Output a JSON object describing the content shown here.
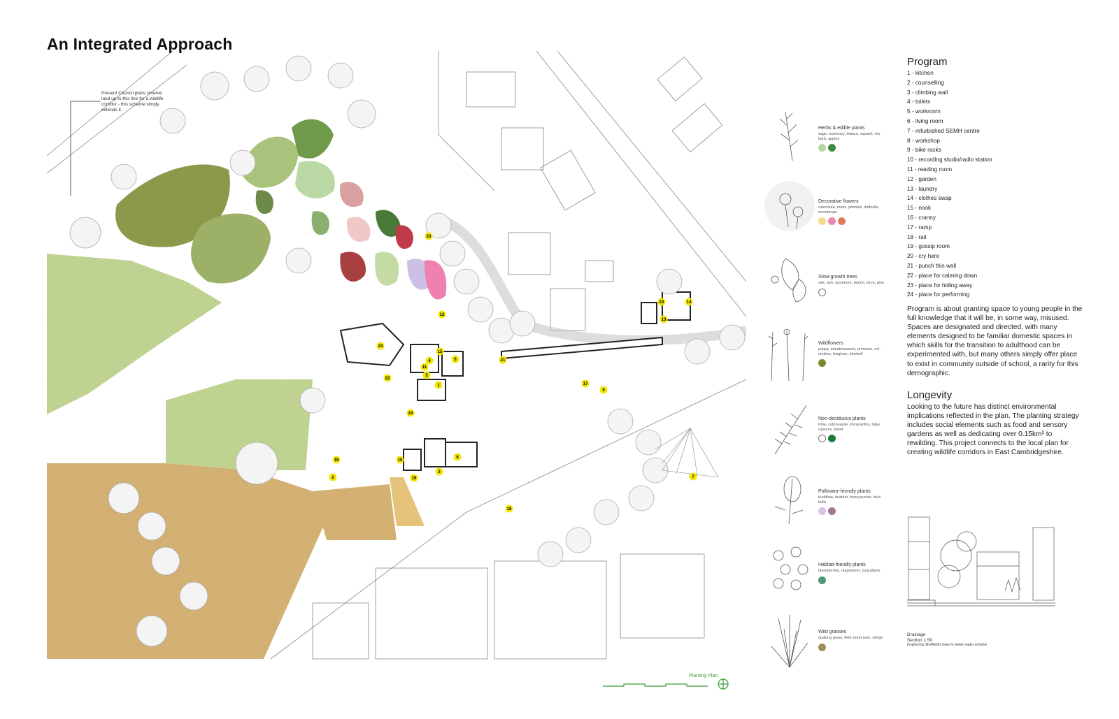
{
  "title": "An Integrated Approach",
  "note": "Present Council plans reserve land up to this line for a wildlife corridor - this scheme simply extends it.",
  "legend": [
    {
      "name": "Herbs & edible plants",
      "desc": "sage, rosemary, lettuce, squash, rhu barb, apples",
      "colors": [
        "#b9d4a4",
        "#3d8a3a"
      ]
    },
    {
      "name": "Decorative flowers",
      "desc": "calendula, roses, peonies, daffodils, snowdrops",
      "colors": [
        "#f4dc8c",
        "#e888b0",
        "#e07a5a"
      ]
    },
    {
      "name": "Slow-growth trees",
      "desc": "oak, ash, sycamore, beech, birch, pine",
      "colors": [
        "#ffffff"
      ]
    },
    {
      "name": "Wildflowers",
      "desc": "poppy, meadowsweet, primrose, col-umbine, foxglove, bluebell",
      "colors": [
        "#7a8a2e"
      ]
    },
    {
      "name": "Non-deciduous plants",
      "desc": "Pine, cotoneaster, Pyracantha, false cypress, privet",
      "colors": [
        "#ffffff",
        "#1f7a3a"
      ]
    },
    {
      "name": "Pollinator-friendly plants",
      "desc": "buddleia, heather, honeysuckle, blue bells",
      "colors": [
        "#d6c2e4",
        "#a07890"
      ]
    },
    {
      "name": "Habitat-friendly plants",
      "desc": "blackberries, raspberries, bog plants",
      "colors": [
        "#4e9a76"
      ]
    },
    {
      "name": "Wild grasses",
      "desc": "quaking grass, field wood rush, sedge",
      "colors": [
        "#a08e5a"
      ]
    }
  ],
  "program": {
    "heading": "Program",
    "items": [
      "1 - kitchen",
      "2 - counselling",
      "3 - climbing wall",
      "4 - toilets",
      "5 - workroom",
      "6 - living room",
      "7 - refurbished SEMH centre",
      "8 - workshop",
      "9 - bike racks",
      "10 - recording studio/radio station",
      "11 - reading room",
      "12 - garden",
      "13 - laundry",
      "14 - clothes swap",
      "15 - nook",
      "16 - cranny",
      "17 - ramp",
      "18 - rail",
      "19 - gossip room",
      "20 - cry here",
      "21 - punch this wall",
      "22 - place for calming down",
      "23 - place for hiding away",
      "24 - place for performing"
    ],
    "text": "Program is about granting space to young people in the full knowledge that it will be, in some way, misused. Spaces are designated and directed, with many elements designed to be familiar domestic spaces in which skills for the transition to adulthood can be experimented with, but many others simply offer place to exist in community outside of school, a rarity for this demographic."
  },
  "longevity": {
    "heading": "Longevity",
    "text": "Looking to the future has distinct environmental implications reflected in the plan. The planting strategy includes social elements such as food and sensory gardens as well as dedicating over 0.15km² to rewilding. This project connects to the local plan for creating wildlife corridors in East Cambridgeshire."
  },
  "section": {
    "caption1": "Drainage",
    "caption2": "Section 1:50",
    "caption3": "Inspired by Sheffield's Grey to Green water scheme"
  },
  "plan_label": "Planting Plan",
  "markers": [
    "20",
    "12",
    "23",
    "14",
    "13",
    "24",
    "15",
    "4",
    "6",
    "11",
    "5",
    "22",
    "1",
    "21",
    "17",
    "9",
    "24",
    "16",
    "2",
    "10",
    "19",
    "3",
    "8",
    "7",
    "18"
  ]
}
